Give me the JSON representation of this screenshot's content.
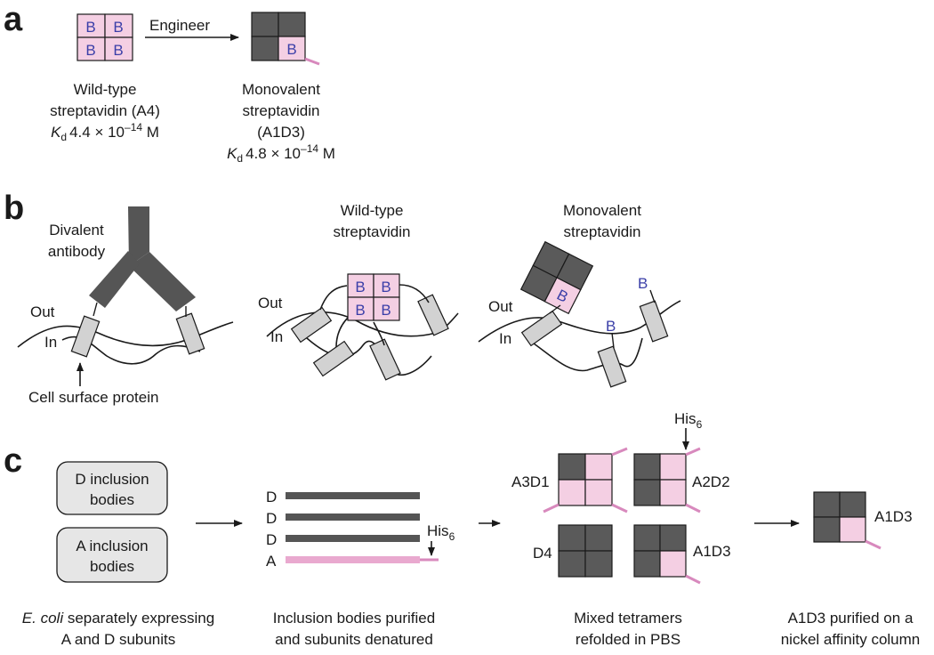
{
  "panels": {
    "a": {
      "label": "a",
      "engineer": "Engineer",
      "biotin": "B",
      "wildtype": {
        "line1": "Wild-type",
        "line2": "streptavidin (A4)",
        "kd_symbol": "K",
        "kd_sub": "d",
        "kd_value": "4.4 × 10",
        "kd_exp": "–14",
        "kd_unit": " M"
      },
      "monovalent": {
        "line1": "Monovalent",
        "line2": "streptavidin",
        "line3": "(A1D3)",
        "kd_symbol": "K",
        "kd_sub": "d",
        "kd_value": "4.8 × 10",
        "kd_exp": "–14",
        "kd_unit": " M"
      }
    },
    "b": {
      "label": "b",
      "antibody_line1": "Divalent",
      "antibody_line2": "antibody",
      "wt_line1": "Wild-type",
      "wt_line2": "streptavidin",
      "mono_line1": "Monovalent",
      "mono_line2": "streptavidin",
      "out": "Out",
      "in": "In",
      "cell_surface": "Cell surface protein",
      "biotin": "B"
    },
    "c": {
      "label": "c",
      "box_d_line1": "D inclusion",
      "box_d_line2": "bodies",
      "box_a_line1": "A inclusion",
      "box_a_line2": "bodies",
      "strands": [
        "D",
        "D",
        "D",
        "A"
      ],
      "his": "His",
      "his_sub": "6",
      "tetramers": [
        "A3D1",
        "A2D2",
        "D4",
        "A1D3"
      ],
      "final": "A1D3",
      "captions": {
        "ecoli_italic": "E. coli",
        "ecoli_rest": " separately expressing",
        "ecoli_line2": "A and D subunits",
        "purified_line1": "Inclusion bodies purified",
        "purified_line2": "and subunits denatured",
        "mixed_line1": "Mixed tetramers",
        "mixed_line2": "refolded in PBS",
        "nickel_line1": "A1D3 purified on a",
        "nickel_line2": "nickel affinity column"
      }
    }
  },
  "colors": {
    "dead_subunit": "#5a5a5a",
    "active_subunit": "#f4cfe3",
    "biotin_text": "#3b3fa8",
    "his_tag": "#d889bd",
    "membrane_protein": "#d2d2d2"
  }
}
